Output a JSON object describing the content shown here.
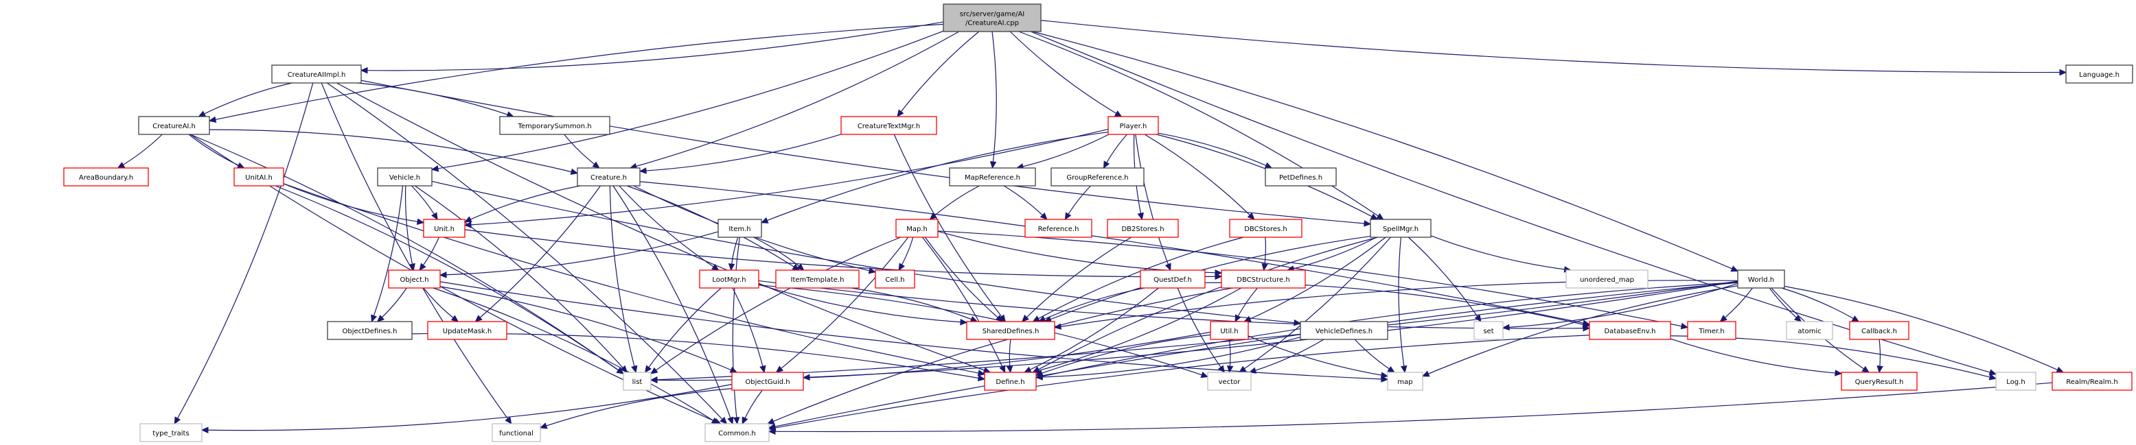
{
  "diagram": {
    "type": "include-dependency-graph",
    "title": "src/server/game/AI/CreatureAI.cpp",
    "colors": {
      "edge": "#191970",
      "root_fill": "#bfbfbf",
      "root_border": "#404040",
      "documented_border": "#404040",
      "undocumented_border": "#ff0000",
      "system_border": "#bfbfbf",
      "fill": "#ffffff"
    },
    "nodes": [
      {
        "id": "root",
        "label": [
          "src/server/game/AI",
          "/CreatureAI.cpp"
        ],
        "kind": "root"
      },
      {
        "id": "CreatureAIImpl",
        "label": [
          "CreatureAIImpl.h"
        ],
        "kind": "doc"
      },
      {
        "id": "CreatureAI",
        "label": [
          "CreatureAI.h"
        ],
        "kind": "doc"
      },
      {
        "id": "TemporarySummon",
        "label": [
          "TemporarySummon.h"
        ],
        "kind": "doc"
      },
      {
        "id": "CreatureTextMgr",
        "label": [
          "CreatureTextMgr.h"
        ],
        "kind": "red"
      },
      {
        "id": "Player",
        "label": [
          "Player.h"
        ],
        "kind": "red"
      },
      {
        "id": "Language",
        "label": [
          "Language.h"
        ],
        "kind": "doc"
      },
      {
        "id": "AreaBoundary",
        "label": [
          "AreaBoundary.h"
        ],
        "kind": "red"
      },
      {
        "id": "UnitAI",
        "label": [
          "UnitAI.h"
        ],
        "kind": "red"
      },
      {
        "id": "Vehicle",
        "label": [
          "Vehicle.h"
        ],
        "kind": "doc"
      },
      {
        "id": "Creature",
        "label": [
          "Creature.h"
        ],
        "kind": "doc"
      },
      {
        "id": "MapReference",
        "label": [
          "MapReference.h"
        ],
        "kind": "doc"
      },
      {
        "id": "GroupReference",
        "label": [
          "GroupReference.h"
        ],
        "kind": "doc"
      },
      {
        "id": "PetDefines",
        "label": [
          "PetDefines.h"
        ],
        "kind": "doc"
      },
      {
        "id": "Unit",
        "label": [
          "Unit.h"
        ],
        "kind": "red"
      },
      {
        "id": "Item",
        "label": [
          "Item.h"
        ],
        "kind": "doc"
      },
      {
        "id": "Map",
        "label": [
          "Map.h"
        ],
        "kind": "red"
      },
      {
        "id": "Reference",
        "label": [
          "Reference.h"
        ],
        "kind": "red"
      },
      {
        "id": "DB2Stores",
        "label": [
          "DB2Stores.h"
        ],
        "kind": "red"
      },
      {
        "id": "DBCStores",
        "label": [
          "DBCStores.h"
        ],
        "kind": "red"
      },
      {
        "id": "SpellMgr",
        "label": [
          "SpellMgr.h"
        ],
        "kind": "doc"
      },
      {
        "id": "Object",
        "label": [
          "Object.h"
        ],
        "kind": "red"
      },
      {
        "id": "LootMgr",
        "label": [
          "LootMgr.h"
        ],
        "kind": "red"
      },
      {
        "id": "ItemTemplate",
        "label": [
          "ItemTemplate.h"
        ],
        "kind": "red"
      },
      {
        "id": "Cell",
        "label": [
          "Cell.h"
        ],
        "kind": "red"
      },
      {
        "id": "QuestDef",
        "label": [
          "QuestDef.h"
        ],
        "kind": "red"
      },
      {
        "id": "DBCStructure",
        "label": [
          "DBCStructure.h"
        ],
        "kind": "red"
      },
      {
        "id": "unordered_map",
        "label": [
          "unordered_map"
        ],
        "kind": "sys"
      },
      {
        "id": "World",
        "label": [
          "World.h"
        ],
        "kind": "doc"
      },
      {
        "id": "ObjectDefines",
        "label": [
          "ObjectDefines.h"
        ],
        "kind": "doc"
      },
      {
        "id": "UpdateMask",
        "label": [
          "UpdateMask.h"
        ],
        "kind": "red"
      },
      {
        "id": "SharedDefines",
        "label": [
          "SharedDefines.h"
        ],
        "kind": "red"
      },
      {
        "id": "Util",
        "label": [
          "Util.h"
        ],
        "kind": "red"
      },
      {
        "id": "VehicleDefines",
        "label": [
          "VehicleDefines.h"
        ],
        "kind": "doc"
      },
      {
        "id": "set",
        "label": [
          "set"
        ],
        "kind": "sys"
      },
      {
        "id": "DatabaseEnv",
        "label": [
          "DatabaseEnv.h"
        ],
        "kind": "red"
      },
      {
        "id": "Timer",
        "label": [
          "Timer.h"
        ],
        "kind": "red"
      },
      {
        "id": "atomic",
        "label": [
          "atomic"
        ],
        "kind": "sys"
      },
      {
        "id": "Callback",
        "label": [
          "Callback.h"
        ],
        "kind": "red"
      },
      {
        "id": "list",
        "label": [
          "list"
        ],
        "kind": "sys"
      },
      {
        "id": "ObjectGuid",
        "label": [
          "ObjectGuid.h"
        ],
        "kind": "red"
      },
      {
        "id": "Define",
        "label": [
          "Define.h"
        ],
        "kind": "red"
      },
      {
        "id": "vector",
        "label": [
          "vector"
        ],
        "kind": "sys"
      },
      {
        "id": "map",
        "label": [
          "map"
        ],
        "kind": "sys"
      },
      {
        "id": "QueryResult",
        "label": [
          "QueryResult.h"
        ],
        "kind": "red"
      },
      {
        "id": "Log",
        "label": [
          "Log.h"
        ],
        "kind": "sys"
      },
      {
        "id": "Realm",
        "label": [
          "Realm/Realm.h"
        ],
        "kind": "red"
      },
      {
        "id": "type_traits",
        "label": [
          "type_traits"
        ],
        "kind": "sys"
      },
      {
        "id": "functional",
        "label": [
          "functional"
        ],
        "kind": "sys"
      },
      {
        "id": "Common",
        "label": [
          "Common.h"
        ],
        "kind": "sys"
      }
    ],
    "edges": [
      [
        "root",
        "CreatureAIImpl"
      ],
      [
        "root",
        "CreatureAI"
      ],
      [
        "root",
        "Creature"
      ],
      [
        "root",
        "CreatureTextMgr"
      ],
      [
        "root",
        "MapReference"
      ],
      [
        "root",
        "Player"
      ],
      [
        "root",
        "SpellMgr"
      ],
      [
        "root",
        "Language"
      ],
      [
        "root",
        "World"
      ],
      [
        "root",
        "Log"
      ],
      [
        "root",
        "Vehicle"
      ],
      [
        "CreatureAIImpl",
        "CreatureAI"
      ],
      [
        "CreatureAIImpl",
        "TemporarySummon"
      ],
      [
        "CreatureAIImpl",
        "SpellMgr"
      ],
      [
        "CreatureAIImpl",
        "type_traits"
      ],
      [
        "CreatureAIImpl",
        "functional"
      ],
      [
        "CreatureAIImpl",
        "Common"
      ],
      [
        "CreatureAIImpl",
        "Define"
      ],
      [
        "CreatureAI",
        "AreaBoundary"
      ],
      [
        "CreatureAI",
        "UnitAI"
      ],
      [
        "CreatureAI",
        "Creature"
      ],
      [
        "CreatureAI",
        "Common"
      ],
      [
        "CreatureAI",
        "list"
      ],
      [
        "TemporarySummon",
        "Creature"
      ],
      [
        "CreatureTextMgr",
        "Creature"
      ],
      [
        "CreatureTextMgr",
        "SharedDefines"
      ],
      [
        "Player",
        "Unit"
      ],
      [
        "Player",
        "Item"
      ],
      [
        "Player",
        "MapReference"
      ],
      [
        "Player",
        "GroupReference"
      ],
      [
        "Player",
        "PetDefines"
      ],
      [
        "Player",
        "DB2Stores"
      ],
      [
        "Player",
        "DBCStores"
      ],
      [
        "Player",
        "QuestDef"
      ],
      [
        "Player",
        "SpellMgr"
      ],
      [
        "UnitAI",
        "Unit"
      ],
      [
        "UnitAI",
        "list"
      ],
      [
        "UnitAI",
        "Define"
      ],
      [
        "Vehicle",
        "Unit"
      ],
      [
        "Vehicle",
        "Object"
      ],
      [
        "Vehicle",
        "ObjectDefines"
      ],
      [
        "Vehicle",
        "VehicleDefines"
      ],
      [
        "Vehicle",
        "list"
      ],
      [
        "Creature",
        "Unit"
      ],
      [
        "Creature",
        "UpdateMask"
      ],
      [
        "Creature",
        "LootMgr"
      ],
      [
        "Creature",
        "ItemTemplate"
      ],
      [
        "Creature",
        "Cell"
      ],
      [
        "Creature",
        "Common"
      ],
      [
        "Creature",
        "list"
      ],
      [
        "Creature",
        "DatabaseEnv"
      ],
      [
        "MapReference",
        "Map"
      ],
      [
        "MapReference",
        "Reference"
      ],
      [
        "GroupReference",
        "Reference"
      ],
      [
        "Unit",
        "Object"
      ],
      [
        "Unit",
        "DBCStructure"
      ],
      [
        "Item",
        "Object"
      ],
      [
        "Item",
        "LootMgr"
      ],
      [
        "Item",
        "ItemTemplate"
      ],
      [
        "Item",
        "Common"
      ],
      [
        "Map",
        "Cell"
      ],
      [
        "Map",
        "SharedDefines"
      ],
      [
        "Map",
        "Define"
      ],
      [
        "Map",
        "DBCStructure"
      ],
      [
        "Map",
        "Timer"
      ],
      [
        "Map",
        "list"
      ],
      [
        "Map",
        "ObjectGuid"
      ],
      [
        "DB2Stores",
        "SharedDefines"
      ],
      [
        "DBCStores",
        "DBCStructure"
      ],
      [
        "DBCStores",
        "SharedDefines"
      ],
      [
        "SpellMgr",
        "DBCStructure"
      ],
      [
        "SpellMgr",
        "SharedDefines"
      ],
      [
        "SpellMgr",
        "Util"
      ],
      [
        "SpellMgr",
        "unordered_map"
      ],
      [
        "SpellMgr",
        "set"
      ],
      [
        "SpellMgr",
        "map"
      ],
      [
        "SpellMgr",
        "vector"
      ],
      [
        "SpellMgr",
        "Define"
      ],
      [
        "Object",
        "ObjectDefines"
      ],
      [
        "Object",
        "UpdateMask"
      ],
      [
        "Object",
        "Common"
      ],
      [
        "Object",
        "map"
      ],
      [
        "Object",
        "ObjectGuid"
      ],
      [
        "LootMgr",
        "list"
      ],
      [
        "LootMgr",
        "ObjectGuid"
      ],
      [
        "LootMgr",
        "SharedDefines"
      ],
      [
        "LootMgr",
        "vector"
      ],
      [
        "LootMgr",
        "DatabaseEnv"
      ],
      [
        "ItemTemplate",
        "SharedDefines"
      ],
      [
        "QuestDef",
        "SharedDefines"
      ],
      [
        "QuestDef",
        "DatabaseEnv"
      ],
      [
        "QuestDef",
        "vector"
      ],
      [
        "QuestDef",
        "Define"
      ],
      [
        "DBCStructure",
        "Util"
      ],
      [
        "DBCStructure",
        "Define"
      ],
      [
        "DBCStructure",
        "Common"
      ],
      [
        "World",
        "Timer"
      ],
      [
        "World",
        "atomic"
      ],
      [
        "World",
        "Callback"
      ],
      [
        "World",
        "QueryResult"
      ],
      [
        "World",
        "Realm"
      ],
      [
        "World",
        "SharedDefines"
      ],
      [
        "World",
        "set"
      ],
      [
        "World",
        "map"
      ],
      [
        "World",
        "list"
      ],
      [
        "World",
        "Define"
      ],
      [
        "World",
        "ObjectGuid"
      ],
      [
        "World",
        "Common"
      ],
      [
        "ObjectDefines",
        "Define"
      ],
      [
        "SharedDefines",
        "Define"
      ],
      [
        "Util",
        "vector"
      ],
      [
        "Util",
        "map"
      ],
      [
        "Util",
        "list"
      ],
      [
        "Util",
        "Define"
      ],
      [
        "VehicleDefines",
        "vector"
      ],
      [
        "VehicleDefines",
        "map"
      ],
      [
        "VehicleDefines",
        "Define"
      ],
      [
        "DatabaseEnv",
        "QueryResult"
      ],
      [
        "DatabaseEnv",
        "Log"
      ],
      [
        "DatabaseEnv",
        "Common"
      ],
      [
        "Callback",
        "QueryResult"
      ],
      [
        "ObjectGuid",
        "Common"
      ],
      [
        "ObjectGuid",
        "type_traits"
      ],
      [
        "ObjectGuid",
        "functional"
      ],
      [
        "Realm",
        "Common"
      ]
    ]
  }
}
